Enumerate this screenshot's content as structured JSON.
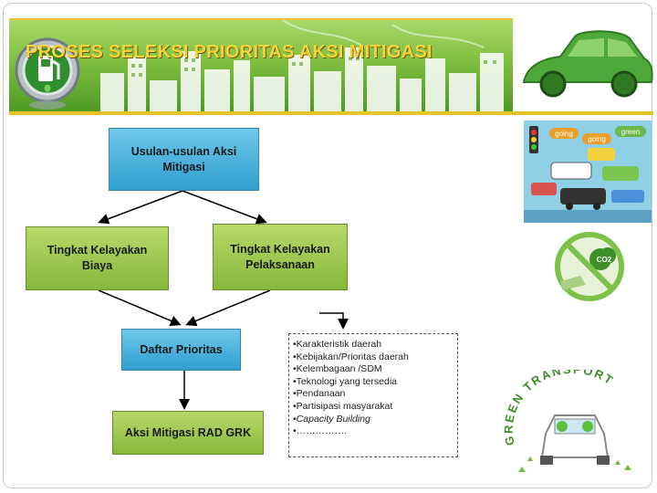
{
  "slide": {
    "title": "PROSES SELEKSI PRIORITAS AKSI MITIGASI"
  },
  "diagram": {
    "top": "Usulan-usulan  Aksi\nMitigasi",
    "cost": "Tingkat Kelayakan\nBiaya",
    "implementation": "Tingkat Kelayakan\nPelaksanaan",
    "priority": "Daftar Prioritas",
    "final": "Aksi Mitigasi RAD GRK"
  },
  "criteria": {
    "items": [
      {
        "text": "•Karakteristik daerah"
      },
      {
        "text": "•Kebijakan/Prioritas daerah"
      },
      {
        "text": "•Kelembagaan /SDM"
      },
      {
        "text": "•Teknologi yang tersedia"
      },
      {
        "text": "•Pendanaan"
      },
      {
        "text": "•Partisipasi masyarakat"
      },
      {
        "text": "•Capacity Building"
      },
      {
        "text": "•……………."
      }
    ]
  },
  "images": {
    "going_green_1": "going",
    "going_green_2": "going",
    "going_green_3": "green",
    "co2": "CO2",
    "green_transport": "GREEN TRANSPORT"
  },
  "colors": {
    "banner_green": "#7fbf3f",
    "title_yellow": "#f3d338",
    "box_blue": "#2f9fd0",
    "box_green": "#86b83a",
    "accent_line": "#e7c32a"
  }
}
